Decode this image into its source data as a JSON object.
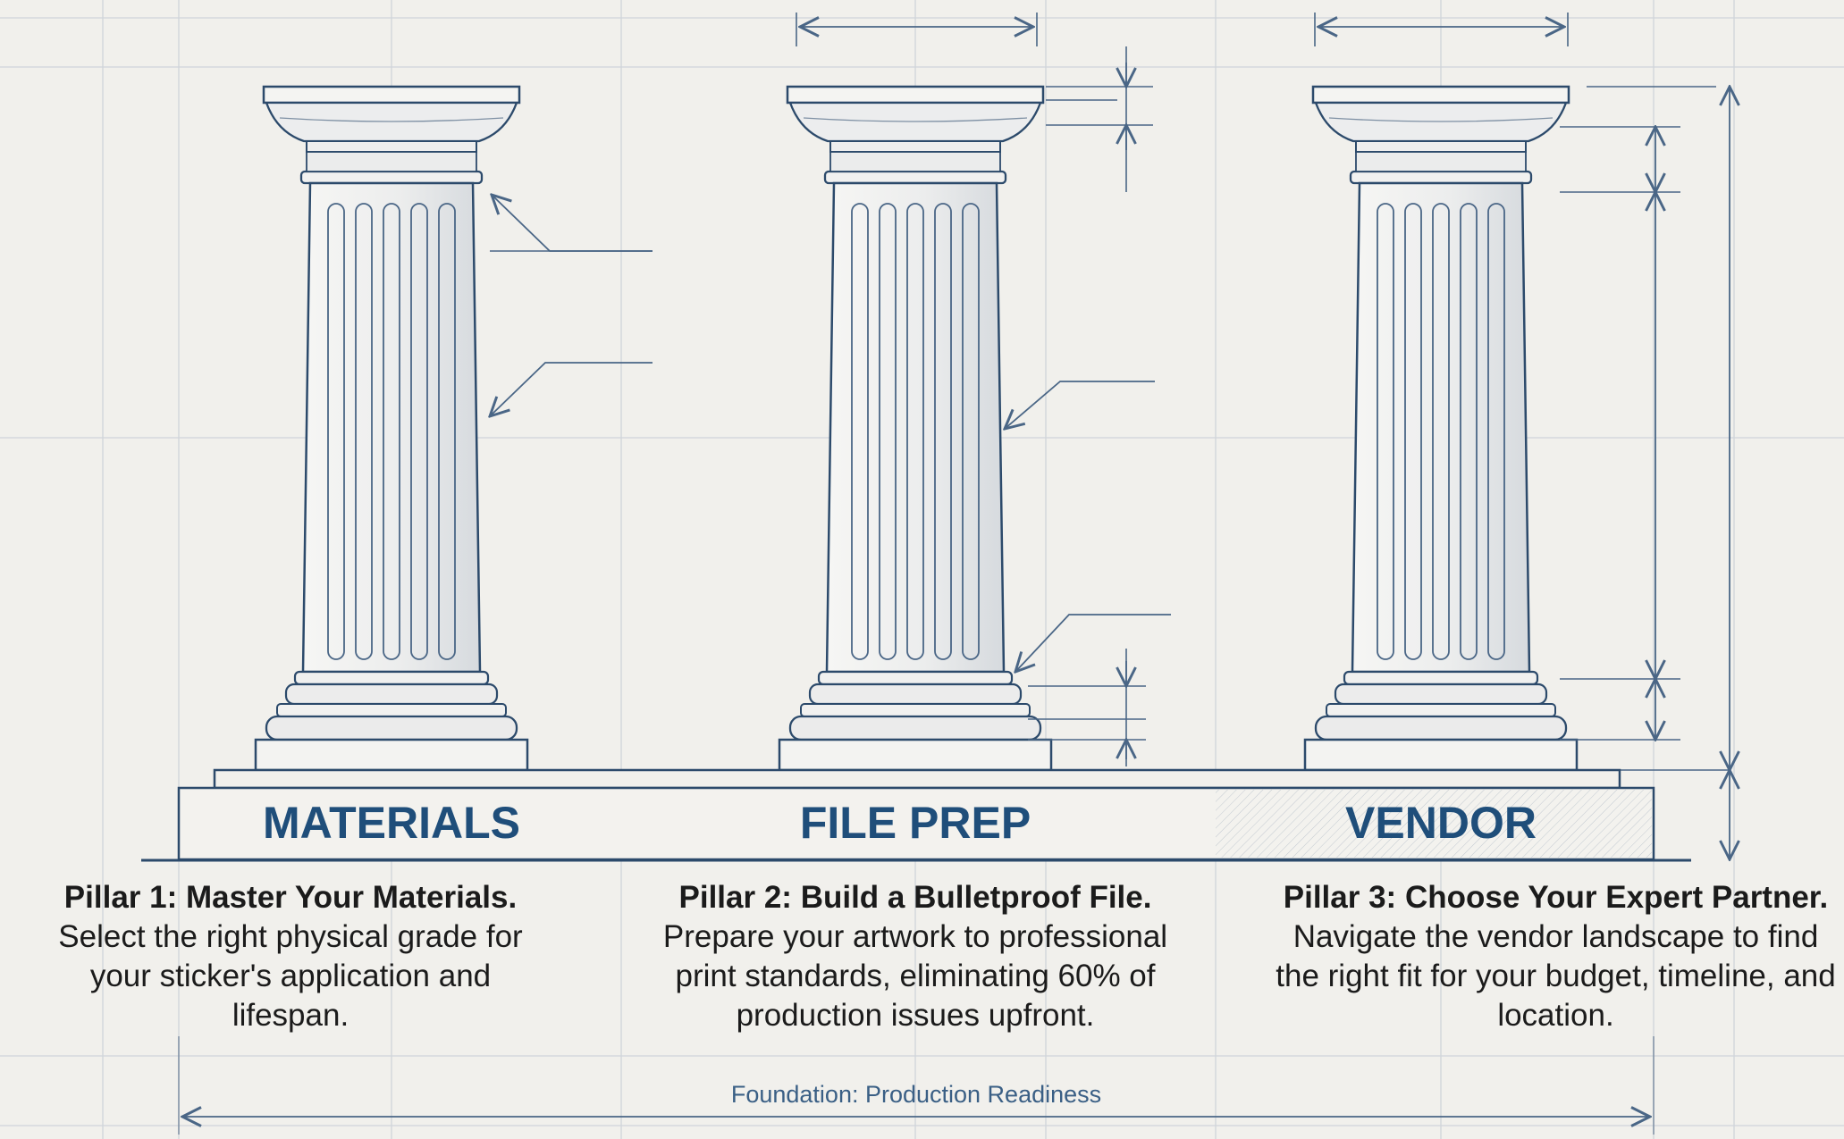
{
  "pillars": [
    {
      "label": "MATERIALS",
      "heading": "Pillar 1: Master Your Materials.",
      "description": "Select the right physical grade for your sticker's application and lifespan."
    },
    {
      "label": "FILE PREP",
      "heading": "Pillar 2: Build a Bulletproof File.",
      "description": "Prepare your artwork to professional print standards, eliminating 60% of production issues upfront."
    },
    {
      "label": "VENDOR",
      "heading": "Pillar 3: Choose Your Expert Partner.",
      "description": "Navigate the vendor landscape to find the right fit for your budget, timeline, and location."
    }
  ],
  "foundation": {
    "label": "Foundation: Production Readiness"
  },
  "colors": {
    "background": "#f1f0ec",
    "ink": "#2c4a6b",
    "label": "#1f4e7a",
    "grid": "#cfd4da"
  }
}
